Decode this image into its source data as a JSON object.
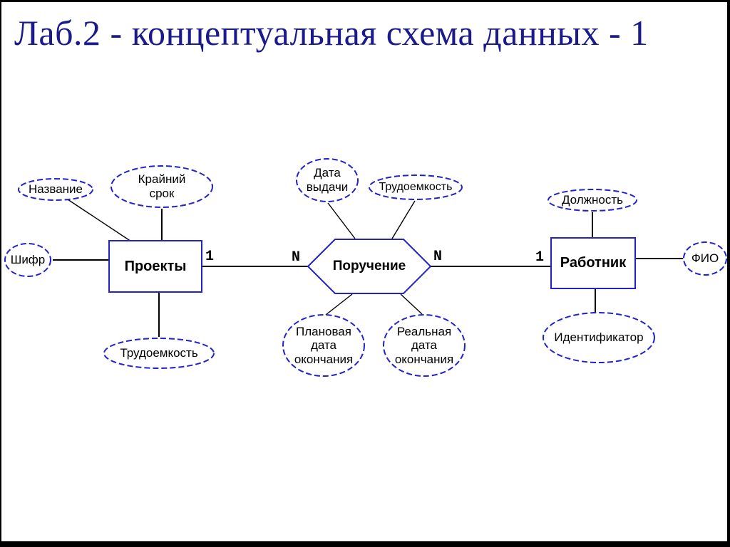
{
  "title": "Лаб.2 - концептуальная схема данных - 1",
  "colors": {
    "title_text": "#1a1a8c",
    "shape_border": "#2222cc",
    "connector_line": "#000000",
    "background": "#ffffff"
  },
  "diagram": {
    "entities": [
      {
        "label": "Проекты"
      },
      {
        "label": "Работник"
      }
    ],
    "relationship": {
      "label": "Поручение"
    },
    "attributes": [
      {
        "label": "Шифр",
        "connected_to": "Проекты"
      },
      {
        "label": "Название",
        "connected_to": "Проекты"
      },
      {
        "label": "Крайний\nсрок",
        "connected_to": "Проекты"
      },
      {
        "label": "Трудоемкость",
        "connected_to": "Проекты"
      },
      {
        "label": "Дата\nвыдачи",
        "connected_to": "Поручение"
      },
      {
        "label": "Трудоемкость",
        "connected_to": "Поручение"
      },
      {
        "label": "Плановая\nдата\nокончания",
        "connected_to": "Поручение"
      },
      {
        "label": "Реальная\nдата\nокончания",
        "connected_to": "Поручение"
      },
      {
        "label": "Должность",
        "connected_to": "Работник"
      },
      {
        "label": "ФИО",
        "connected_to": "Работник"
      },
      {
        "label": "Идентификатор",
        "connected_to": "Работник"
      }
    ],
    "cardinalities": [
      {
        "label": "1",
        "position": "Проекты side"
      },
      {
        "label": "N",
        "position": "Поручение left side"
      },
      {
        "label": "N",
        "position": "Поручение right side"
      },
      {
        "label": "1",
        "position": "Работник side"
      }
    ]
  }
}
